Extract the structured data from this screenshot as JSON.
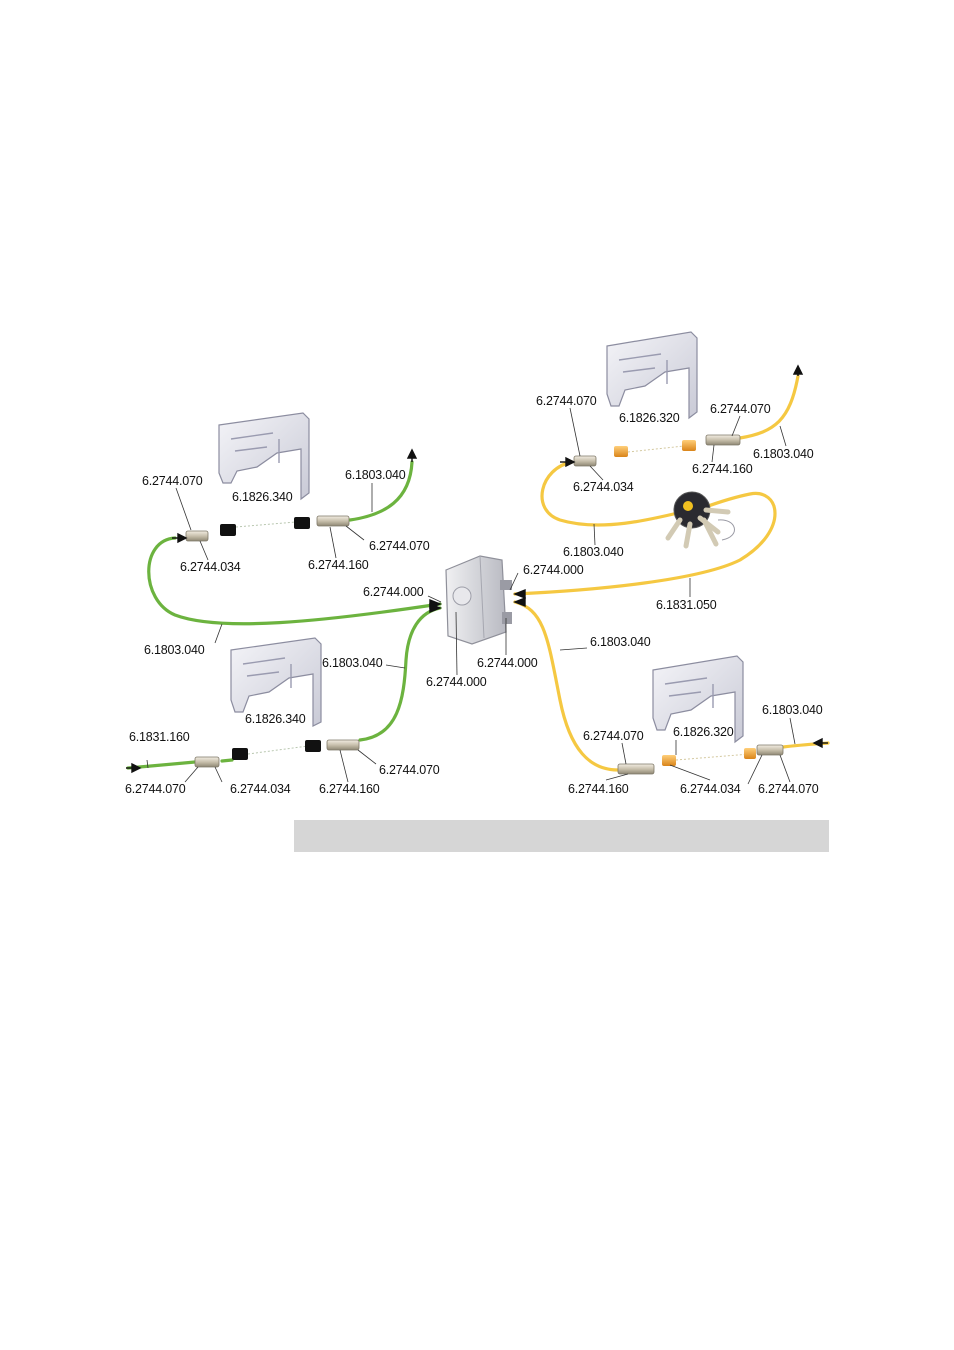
{
  "diagram": {
    "tube_colors": {
      "green": "#6cb33f",
      "yellow": "#f5c842"
    },
    "labels": {
      "g1_fitting_070": "6.2744.070",
      "g1_holder_340": "6.1826.340",
      "g1_tube_040_top": "6.1803.040",
      "g1_fitting_034": "6.2744.034",
      "g1_coupling_160": "6.2744.160",
      "g1_fitting_070_right": "6.2744.070",
      "g1_tube_040_loop": "6.1803.040",
      "block_fitting_000_left": "6.2744.000",
      "block_fitting_000_right": "6.2744.000",
      "block_fitting_000_bottom": "6.2744.000",
      "block_fitting_000_bottom_right": "6.2744.000",
      "g2_tube_040": "6.1803.040",
      "g2_holder_340": "6.1826.340",
      "g2_tube_160": "6.1831.160",
      "g2_fitting_070": "6.2744.070",
      "g2_fitting_034": "6.2744.034",
      "g2_coupling_160": "6.2744.160",
      "g2_fitting_070_right": "6.2744.070",
      "y1_fitting_070": "6.2744.070",
      "y1_holder_320": "6.1826.320",
      "y1_fitting_070_right": "6.2744.070",
      "y1_tube_040_top": "6.1803.040",
      "y1_fitting_034": "6.2744.034",
      "y1_coupling_160": "6.2744.160",
      "y1_tube_040_loop": "6.1803.040",
      "y1_tube_050": "6.1831.050",
      "y2_tube_040": "6.1803.040",
      "y2_tube_040_right": "6.1803.040",
      "y2_fitting_070": "6.2744.070",
      "y2_holder_320": "6.1826.320",
      "y2_coupling_160": "6.2744.160",
      "y2_fitting_034": "6.2744.034",
      "y2_fitting_070_right": "6.2744.070"
    }
  }
}
